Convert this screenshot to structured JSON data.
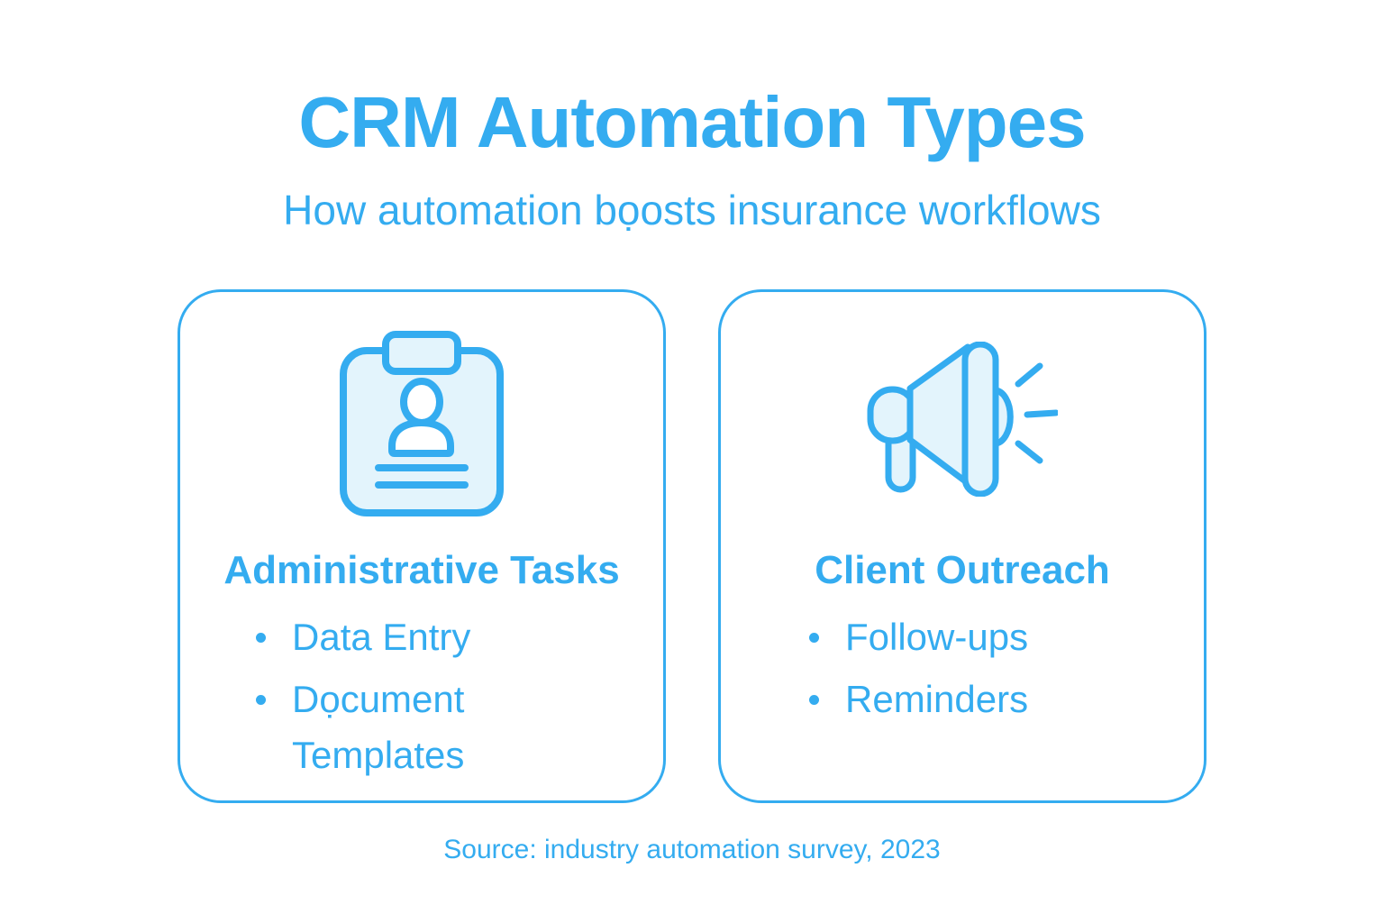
{
  "meta": {
    "accent_color": "#34ACF0",
    "icon_fill_color": "#E3F4FC",
    "background_color": "#FFFFFF"
  },
  "header": {
    "title": "CRM Automation Types",
    "subtitle": "How automation bọosts insurance workflows"
  },
  "cards": [
    {
      "icon": "id-card-icon",
      "title": "Administrative Tasks",
      "bullets": [
        "Data Entry",
        "Dọcument Templates"
      ]
    },
    {
      "icon": "megaphone-icon",
      "title": "Client Outreach",
      "bullets": [
        "Follow-ups",
        "Reminders"
      ]
    }
  ],
  "footer": {
    "source_text": "Source: industry automation survey, 2023"
  }
}
